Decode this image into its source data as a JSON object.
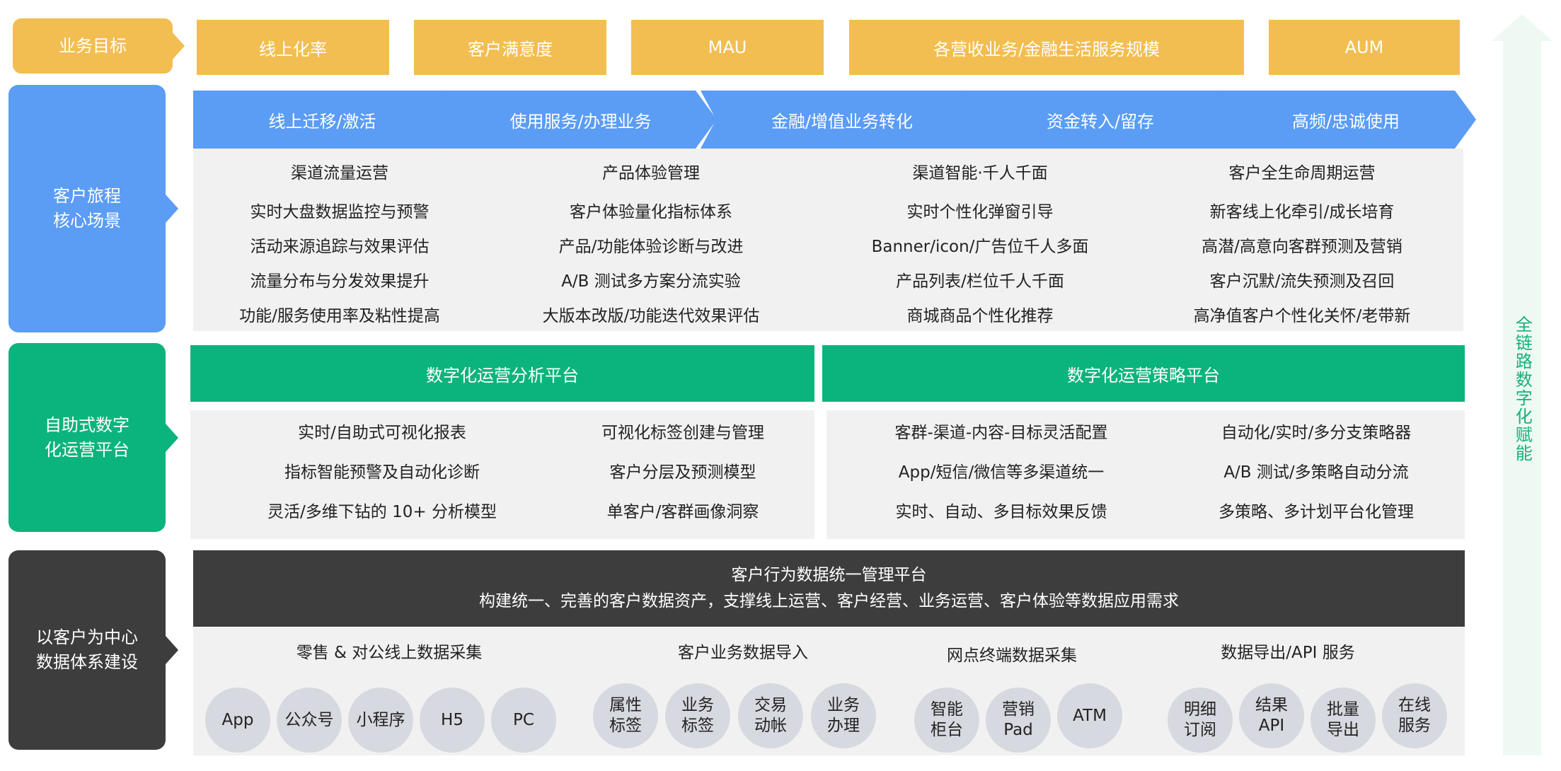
{
  "categories": {
    "goal": "业务目标",
    "journey": "客户旅程\n核心场景",
    "platform": "自助式数字\n化运营平台",
    "data": "以客户为中心\n数据体系建设"
  },
  "goals": [
    "线上化率",
    "客户满意度",
    "MAU",
    "各营收业务/金融生活服务规模",
    "AUM"
  ],
  "journey": {
    "stages": [
      "线上迁移/激活",
      "使用服务/办理业务",
      "金融/增值业务转化",
      "资金转入/留存",
      "高频/忠诚使用"
    ],
    "columns": [
      {
        "title": "渠道流量运营",
        "items": [
          "实时大盘数据监控与预警",
          "活动来源追踪与效果评估",
          "流量分布与分发效果提升",
          "功能/服务使用率及粘性提高"
        ]
      },
      {
        "title": "产品体验管理",
        "items": [
          "客户体验量化指标体系",
          "产品/功能体验诊断与改进",
          "A/B 测试多方案分流实验",
          "大版本改版/功能迭代效果评估"
        ]
      },
      {
        "title": "渠道智能·千人千面",
        "items": [
          "实时个性化弹窗引导",
          "Banner/icon/广告位千人多面",
          "产品列表/栏位千人千面",
          "商城商品个性化推荐"
        ]
      },
      {
        "title": "客户全生命周期运营",
        "items": [
          "新客线上化牵引/成长培育",
          "高潜/高意向客群预测及营销",
          "客户沉默/流失预测及召回",
          "高净值客户个性化关怀/老带新"
        ]
      }
    ]
  },
  "platforms": {
    "analysis": {
      "title": "数字化运营分析平台",
      "left": [
        "实时/自助式可视化报表",
        "指标智能预警及自动化诊断",
        "灵活/多维下钻的 10+ 分析模型"
      ],
      "right": [
        "可视化标签创建与管理",
        "客户分层及预测模型",
        "单客户/客群画像洞察"
      ]
    },
    "strategy": {
      "title": "数字化运营策略平台",
      "left": [
        "客群-渠道-内容-目标灵活配置",
        "App/短信/微信等多渠道统一",
        "实时、自动、多目标效果反馈"
      ],
      "right": [
        "自动化/实时/多分支策略器",
        "A/B 测试/多策略自动分流",
        "多策略、多计划平台化管理"
      ]
    }
  },
  "data_platform": {
    "title": "客户行为数据统一管理平台",
    "subtitle": "构建统一、完善的客户数据资产，支撑线上运营、客户经营、业务运营、客户体验等数据应用需求",
    "groups": [
      {
        "title": "零售 & 对公线上数据采集",
        "items": [
          "App",
          "公众号",
          "小程序",
          "H5",
          "PC"
        ]
      },
      {
        "title": "客户业务数据导入",
        "items": [
          "属性\n标签",
          "业务\n标签",
          "交易\n动帐",
          "业务\n办理"
        ]
      },
      {
        "title": "网点终端数据采集",
        "items": [
          "智能\n柜台",
          "营销\nPad",
          "ATM"
        ]
      },
      {
        "title": "数据导出/API 服务",
        "items": [
          "明细\n订阅",
          "结果\nAPI",
          "批量\n导出",
          "在线\n服务"
        ]
      }
    ]
  },
  "side_label": "全链路数字化赋能",
  "colors": {
    "goal": "#f2be52",
    "journey": "#5b9cf5",
    "platform": "#0bb47c",
    "data": "#3d3d3d",
    "side": "#16b07a"
  }
}
